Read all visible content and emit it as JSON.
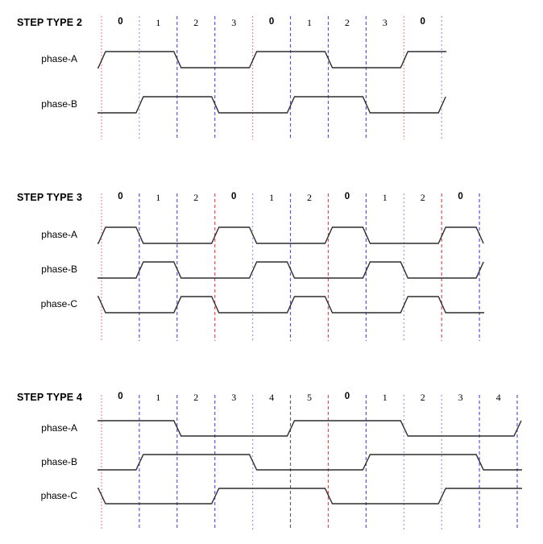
{
  "page": {
    "background": "#ffffff"
  },
  "diagram": {
    "wave_color": "#2d2d2d",
    "line_styles": {
      "r": {
        "color": "#f38f8f",
        "dash": "2 2"
      },
      "R": {
        "color": "#e05050",
        "dash": "4 3"
      },
      "b": {
        "color": "#5656dd",
        "dash": "4 3"
      },
      "lb": {
        "color": "#9a9af2",
        "dash": "2 3"
      },
      "k": {
        "color": "#606060",
        "dash": "4 3"
      }
    },
    "sections": [
      {
        "title": "STEP TYPE 2",
        "steps_per_cycle": 4,
        "step_labels": [
          "0",
          "1",
          "2",
          "3",
          "0",
          "1",
          "2",
          "3",
          "0"
        ],
        "boundary_styles": [
          "r",
          "lb",
          "b",
          "b",
          "r",
          "b",
          "b",
          "b",
          "r",
          "lb"
        ],
        "phases": [
          {
            "label": "phase-A",
            "pre": 0,
            "values": [
              1,
              1,
              0,
              0,
              1,
              1,
              0,
              0,
              1
            ],
            "post": 1
          },
          {
            "label": "phase-B",
            "pre": 0,
            "values": [
              0,
              1,
              1,
              0,
              0,
              1,
              1,
              0,
              0
            ],
            "post": 1
          }
        ]
      },
      {
        "title": "STEP TYPE 3",
        "steps_per_cycle": 3,
        "step_labels": [
          "0",
          "1",
          "2",
          "0",
          "1",
          "2",
          "0",
          "1",
          "2",
          "0"
        ],
        "boundary_styles": [
          "r",
          "b",
          "b",
          "R",
          "lb",
          "b",
          "R",
          "b",
          "lb",
          "R",
          "b"
        ],
        "phases": [
          {
            "label": "phase-A",
            "pre": 0,
            "values": [
              1,
              0,
              0,
              1,
              0,
              0,
              1,
              0,
              0,
              1
            ],
            "post": 0
          },
          {
            "label": "phase-B",
            "pre": 0,
            "values": [
              0,
              1,
              0,
              0,
              1,
              0,
              0,
              1,
              0,
              0
            ],
            "post": 1
          },
          {
            "label": "phase-C",
            "pre": 1,
            "values": [
              0,
              0,
              1,
              0,
              0,
              1,
              0,
              0,
              1,
              0
            ],
            "post": 0
          }
        ]
      },
      {
        "title": "STEP TYPE 4",
        "steps_per_cycle": 6,
        "step_labels": [
          "0",
          "1",
          "2",
          "3",
          "4",
          "5",
          "0",
          "1",
          "2",
          "3",
          "4"
        ],
        "boundary_styles": [
          "r",
          "b",
          "b",
          "b",
          "lb",
          "k",
          "R",
          "b",
          "lb",
          "lb",
          "b",
          "b"
        ],
        "phases": [
          {
            "label": "phase-A",
            "pre": 1,
            "values": [
              1,
              1,
              0,
              0,
              0,
              1,
              1,
              1,
              0,
              0,
              0
            ],
            "post": 1
          },
          {
            "label": "phase-B",
            "pre": 0,
            "values": [
              0,
              1,
              1,
              1,
              0,
              0,
              0,
              1,
              1,
              1,
              0
            ],
            "post": 0
          },
          {
            "label": "phase-C",
            "pre": 1,
            "values": [
              0,
              0,
              0,
              1,
              1,
              1,
              0,
              0,
              0,
              1,
              1
            ],
            "post": 1
          }
        ]
      }
    ]
  }
}
